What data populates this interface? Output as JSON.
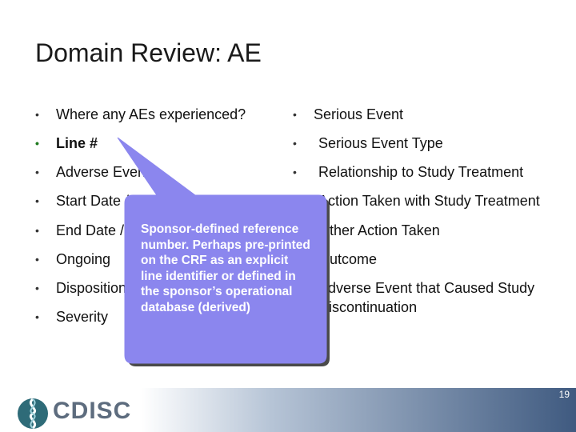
{
  "slide": {
    "title": "Domain Review: AE",
    "page_number": "19"
  },
  "left_bullets": [
    {
      "text": "Where any AEs experienced?"
    },
    {
      "text": "Line #"
    },
    {
      "text": "Adverse Event"
    },
    {
      "text": "Start Date / Start Time"
    },
    {
      "text": "End Date / End Time"
    },
    {
      "text": "Ongoing"
    },
    {
      "text": "Disposition"
    },
    {
      "text": "Severity"
    }
  ],
  "right_bullets": [
    {
      "text": "Serious Event"
    },
    {
      "text": "Serious Event Type"
    },
    {
      "text": "Relationship to Study Treatment"
    },
    {
      "text": "Action Taken with Study Treatment"
    },
    {
      "text": "Other Action Taken"
    },
    {
      "text": "Outcome"
    },
    {
      "text": "Adverse Event that Caused Study Discontinuation"
    }
  ],
  "callout": {
    "text": "Sponsor-defined reference number. Perhaps pre-printed on the CRF as an explicit line identifier or defined in the sponsor’s operational database (derived)",
    "fill_color": "#8b86ee"
  },
  "footer": {
    "logo_text": "CDISC",
    "logo_icon": "cdisc-helix-icon"
  },
  "colors": {
    "highlight": "#1f7a1f",
    "callout": "#8b86ee",
    "footer_dark": "#3f5a80"
  }
}
